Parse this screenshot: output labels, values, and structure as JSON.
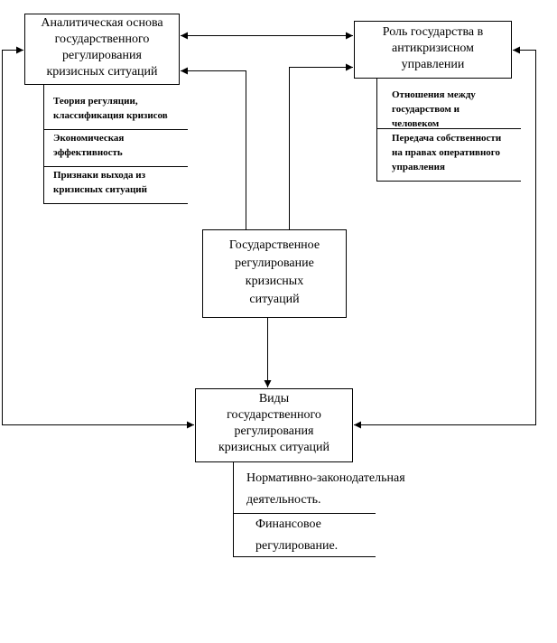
{
  "boxes": {
    "analytic_basis": [
      "Аналитическая основа",
      "государственного",
      "регулирования",
      "кризисных ситуаций"
    ],
    "state_role": [
      "Роль государства в",
      "антикризисном",
      "управлении"
    ],
    "central": [
      "Государственное",
      "регулирование",
      "кризисных",
      "ситуаций"
    ],
    "types": [
      "Виды",
      "государственного",
      "регулирования",
      "кризисных ситуаций"
    ]
  },
  "left_items": [
    [
      "Теория регуляции,",
      "классификация кризисов"
    ],
    [
      "Экономическая",
      "эффективность"
    ],
    [
      "Признаки выхода из",
      "кризисных ситуаций"
    ]
  ],
  "right_items": [
    [
      "Отношения между",
      "государством и",
      "человеком"
    ],
    [
      "Передача собственности",
      "на правах оперативного",
      "управления"
    ]
  ],
  "bottom_items": [
    [
      "Нормативно-законодательная",
      "деятельность."
    ],
    [
      "Финансовое",
      "регулирование."
    ]
  ]
}
